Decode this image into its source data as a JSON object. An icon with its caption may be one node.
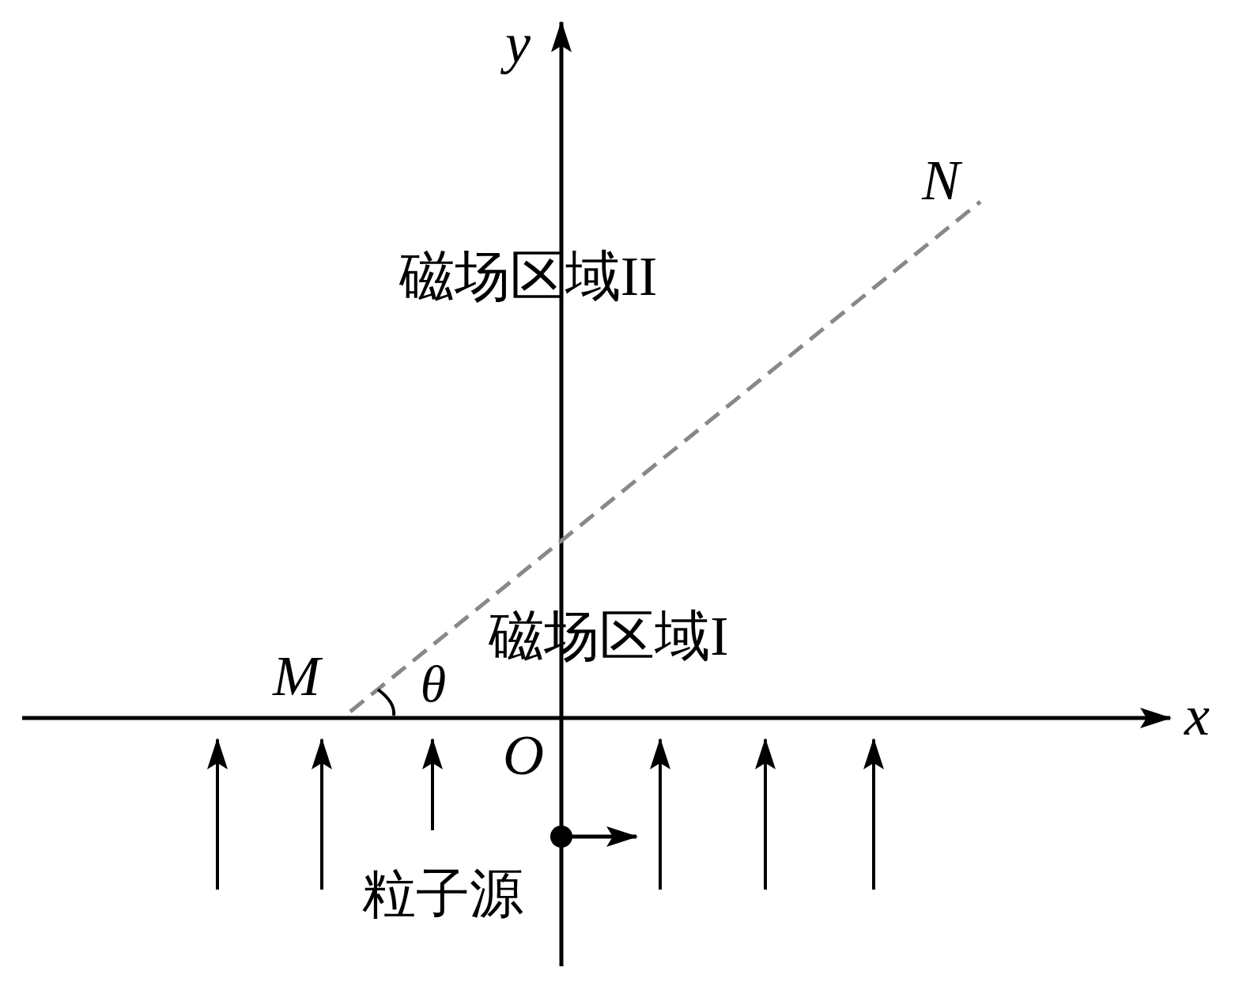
{
  "diagram": {
    "labels": [
      "y",
      "N",
      "磁场区域II",
      "磁场区域I",
      "M",
      "θ",
      "x",
      "O",
      "粒子源"
    ]
  }
}
